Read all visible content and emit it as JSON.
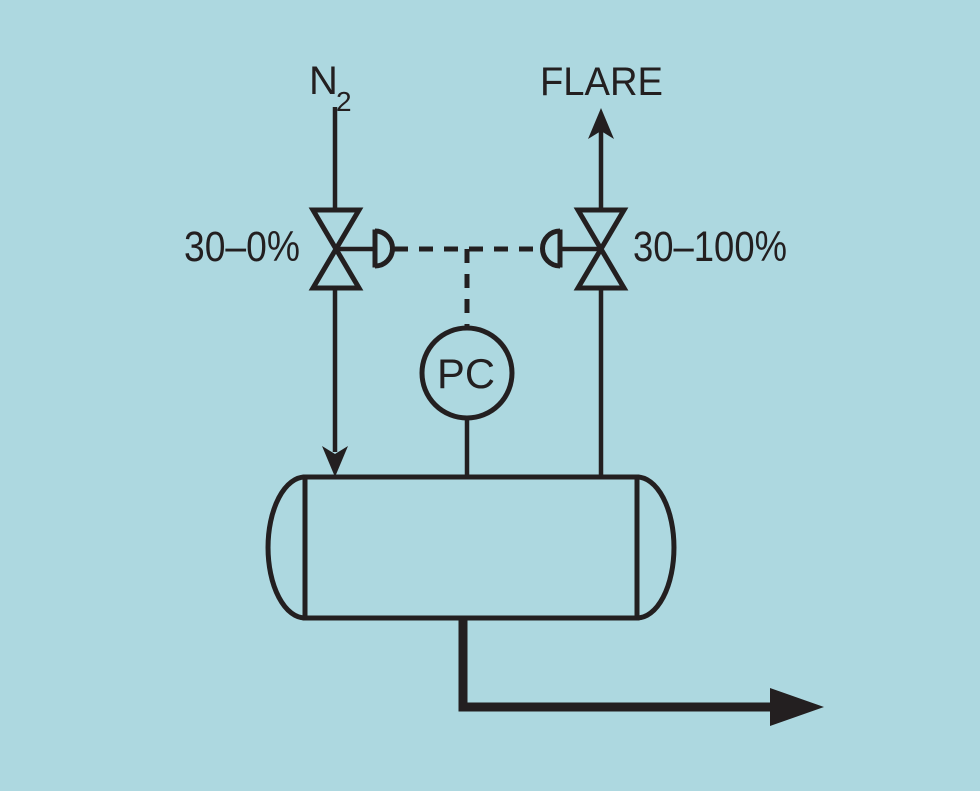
{
  "colors": {
    "background": "#ADD8E0",
    "line": "#231F20",
    "page_margin": "#FFFFFF"
  },
  "labels": {
    "n2_base": "N",
    "n2_subscript": "2",
    "flare": "FLARE",
    "left_valve_range": "30–0%",
    "right_valve_range": "30–100%",
    "controller_tag": "PC"
  }
}
